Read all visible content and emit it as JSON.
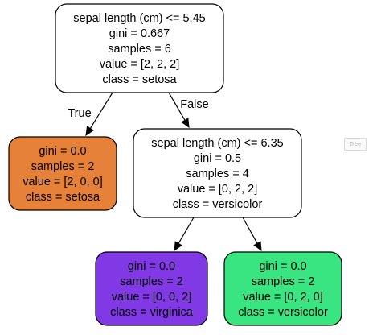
{
  "tree": {
    "nodes": [
      {
        "id": "root",
        "lines": [
          "sepal length (cm) <= 5.45",
          "gini = 0.667",
          "samples = 6",
          "value = [2, 2, 2]",
          "class = setosa"
        ],
        "fill": "#ffffff"
      },
      {
        "id": "left-leaf",
        "lines": [
          "gini = 0.0",
          "samples = 2",
          "value = [2, 0, 0]",
          "class = setosa"
        ],
        "fill": "#e58139"
      },
      {
        "id": "right-split",
        "lines": [
          "sepal length (cm) <= 6.35",
          "gini = 0.5",
          "samples = 4",
          "value = [0, 2, 2]",
          "class = versicolor"
        ],
        "fill": "#ffffff"
      },
      {
        "id": "right-left-leaf",
        "lines": [
          "gini = 0.0",
          "samples = 2",
          "value = [0, 0, 2]",
          "class = virginica"
        ],
        "fill": "#8139e5"
      },
      {
        "id": "right-right-leaf",
        "lines": [
          "gini = 0.0",
          "samples = 2",
          "value = [0, 2, 0]",
          "class = versicolor"
        ],
        "fill": "#39e581"
      }
    ],
    "edges": [
      {
        "from": "root",
        "to": "left-leaf",
        "label": "True"
      },
      {
        "from": "root",
        "to": "right-split",
        "label": "False"
      },
      {
        "from": "right-split",
        "to": "right-left-leaf",
        "label": ""
      },
      {
        "from": "right-split",
        "to": "right-right-leaf",
        "label": ""
      }
    ]
  },
  "corner_badge": {
    "text": "Tree"
  }
}
